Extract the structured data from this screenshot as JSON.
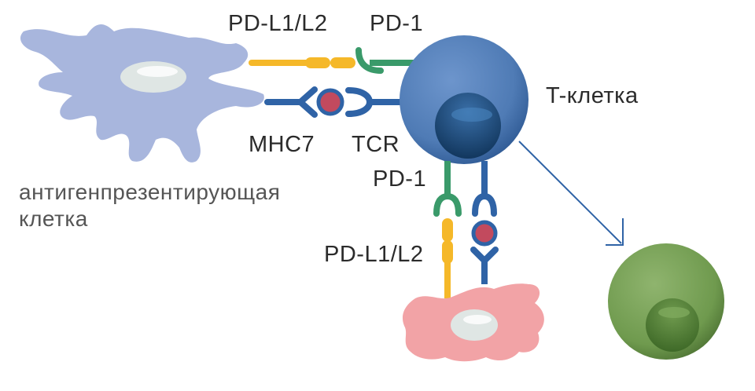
{
  "labels": {
    "pd_l1_top": "PD-L1/L2",
    "pd1_top": "PD-1",
    "t_cell": "T-клетка",
    "mhc": "MHC7",
    "tcr": "TCR",
    "apc_line1": "антигенпрезентирующая",
    "apc_line2": "клетка",
    "pd1_mid": "PD-1",
    "pd_l1_bottom": "PD-L1/L2"
  },
  "colors": {
    "apc_cell": "#a8b6dd",
    "t_cell": "#4f7bb5",
    "t_cell_nucleus": "#1c4a7a",
    "tumor_cell": "#f2a3a6",
    "exhausted_cell": "#6f9a4e",
    "pd_l1": "#f5b829",
    "pd_1": "#3a9a6a",
    "tcr_mhc": "#2f63a6",
    "antigen": "#c24a5e",
    "nucleus_light": "#dfe6e4"
  }
}
